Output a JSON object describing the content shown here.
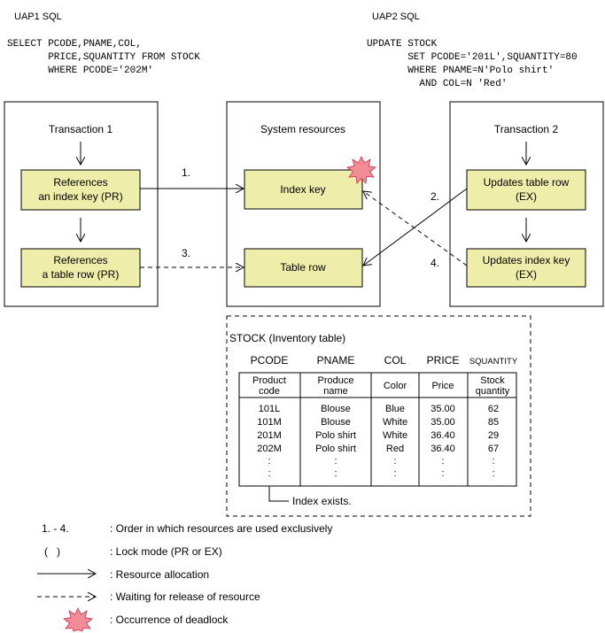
{
  "uap1": {
    "title": "UAP1 SQL",
    "sql": [
      "SELECT PCODE,PNAME,COL,",
      "       PRICE,SQUANTITY FROM STOCK",
      "       WHERE PCODE='202M'"
    ]
  },
  "uap2": {
    "title": "UAP2 SQL",
    "sql": [
      "UPDATE STOCK",
      "       SET PCODE='201L',SQUANTITY=80",
      "       WHERE PNAME=N'Polo shirt'",
      "         AND COL=N 'Red'"
    ]
  },
  "panels": {
    "tx1": "Transaction 1",
    "resources": "System resources",
    "tx2": "Transaction 2"
  },
  "nodes": {
    "ref_index": [
      "References",
      "an index key (PR)"
    ],
    "ref_row": [
      "References",
      "a table row (PR)"
    ],
    "index_key": "Index key",
    "table_row": "Table row",
    "upd_row": [
      "Updates table row",
      "(EX)"
    ],
    "upd_index": [
      "Updates index key",
      "(EX)"
    ]
  },
  "steps": [
    "1.",
    "2.",
    "3.",
    "4."
  ],
  "stock": {
    "caption": "STOCK (Inventory table)",
    "columns": [
      "PCODE",
      "PNAME",
      "COL",
      "PRICE",
      "SQUANTITY"
    ],
    "subheaders": [
      [
        "Product",
        "code"
      ],
      [
        "Produce",
        "name"
      ],
      [
        "Color"
      ],
      [
        "Price"
      ],
      [
        "Stock",
        "quantity"
      ]
    ],
    "rows": [
      [
        "101L",
        "Blouse",
        "Blue",
        "35.00",
        "62"
      ],
      [
        "101M",
        "Blouse",
        "White",
        "35.00",
        "85"
      ],
      [
        "201M",
        "Polo shirt",
        "White",
        "36.40",
        "29"
      ],
      [
        "202M",
        "Polo shirt",
        "Red",
        "36.40",
        "67"
      ]
    ],
    "ellipsis": ":",
    "index_note": "Index exists."
  },
  "legend": [
    {
      "key": "1. - 4.",
      "desc": ": Order in which resources are used exclusively"
    },
    {
      "key": "(   )",
      "desc": ": Lock mode (PR or EX)"
    },
    {
      "key": "",
      "desc": ": Resource allocation"
    },
    {
      "key": "",
      "desc": ": Waiting for release of resource"
    },
    {
      "key": "",
      "desc": ": Occurrence of deadlock"
    }
  ],
  "colors": {
    "node_fill": "#eeeeaa",
    "burst_fill": "#f28c96",
    "burst_stroke": "#c8324a",
    "line": "#000000"
  }
}
